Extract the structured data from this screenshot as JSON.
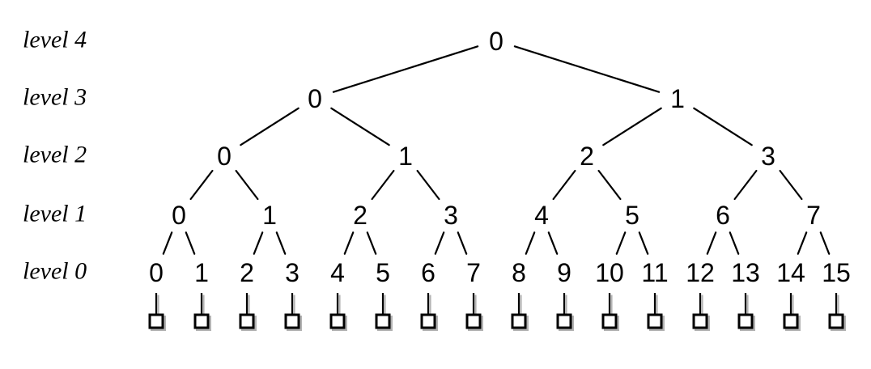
{
  "diagram": {
    "type": "complete-binary-tree",
    "rows": [
      {
        "label": "level 4",
        "nodes": [
          "0"
        ]
      },
      {
        "label": "level 3",
        "nodes": [
          "0",
          "1"
        ]
      },
      {
        "label": "level 2",
        "nodes": [
          "0",
          "1",
          "2",
          "3"
        ]
      },
      {
        "label": "level 1",
        "nodes": [
          "0",
          "1",
          "2",
          "3",
          "4",
          "5",
          "6",
          "7"
        ]
      },
      {
        "label": "level 0",
        "nodes": [
          "0",
          "1",
          "2",
          "3",
          "4",
          "5",
          "6",
          "7",
          "8",
          "9",
          "10",
          "11",
          "12",
          "13",
          "14",
          "15"
        ]
      }
    ],
    "leaf_boxes": {
      "count": 16,
      "shape": "open-square"
    },
    "colors": {
      "ink": "#000000",
      "background": "#ffffff",
      "shadow": "#b3b3b3",
      "box_fill": "#ffffff"
    }
  }
}
